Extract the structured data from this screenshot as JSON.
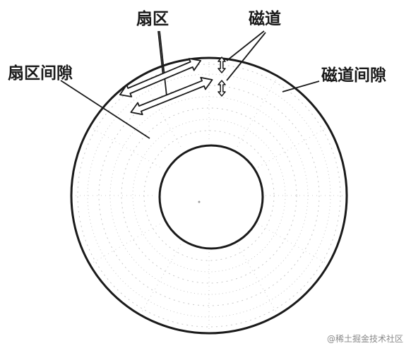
{
  "labels": {
    "sector": "扇区",
    "track": "磁道",
    "sector_gap": "扇区间隙",
    "track_gap": "磁道间隙"
  },
  "watermark": "@稀土掘金技术社区",
  "colors": {
    "ink": "#1a1a1a",
    "dots": "#9a9a9a",
    "watermark": "#8a8a8a"
  }
}
